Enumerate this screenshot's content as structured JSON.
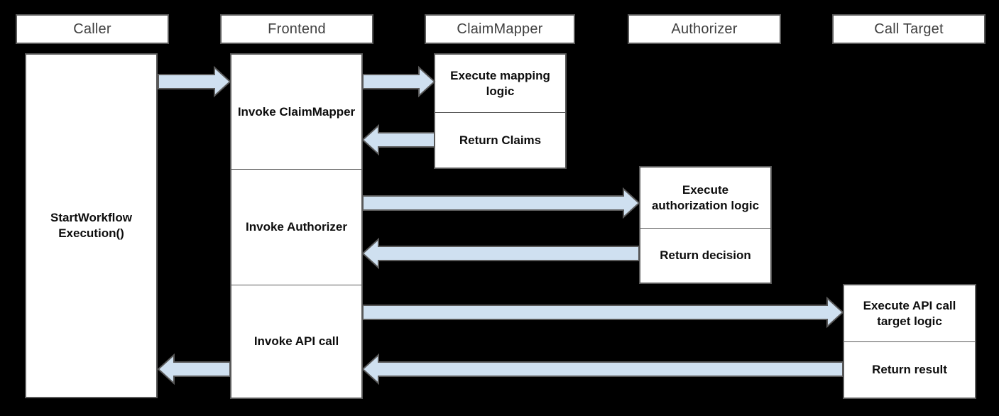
{
  "diagram": {
    "type": "sequence-diagram",
    "background_color": "#000000",
    "arrow_fill_color": "#cfe0f0",
    "arrow_stroke_color": "#595959",
    "box_fill_color": "#ffffff",
    "box_stroke_color": "#595959",
    "lanes": [
      {
        "id": "caller",
        "label": "Caller"
      },
      {
        "id": "frontend",
        "label": "Frontend"
      },
      {
        "id": "claimmapper",
        "label": "ClaimMapper"
      },
      {
        "id": "authorizer",
        "label": "Authorizer"
      },
      {
        "id": "calltarget",
        "label": "Call Target"
      }
    ],
    "activations": {
      "caller": {
        "cells": [
          "StartWorkflow Execution()"
        ]
      },
      "frontend": {
        "cells": [
          "Invoke ClaimMapper",
          "Invoke Authorizer",
          "Invoke API call"
        ]
      },
      "claimmapper": {
        "cells": [
          "Execute mapping logic",
          "Return Claims"
        ]
      },
      "authorizer": {
        "cells": [
          "Execute authorization logic",
          "Return decision"
        ]
      },
      "calltarget": {
        "cells": [
          "Execute API call target logic",
          "Return result"
        ]
      }
    },
    "messages": [
      {
        "id": "msg-1",
        "from": "caller",
        "to": "frontend",
        "direction": "right",
        "order": 1
      },
      {
        "id": "msg-2",
        "from": "frontend",
        "to": "claimmapper",
        "direction": "right",
        "order": 2
      },
      {
        "id": "msg-3",
        "from": "claimmapper",
        "to": "frontend",
        "direction": "left",
        "order": 3
      },
      {
        "id": "msg-4",
        "from": "frontend",
        "to": "authorizer",
        "direction": "right",
        "order": 4
      },
      {
        "id": "msg-5",
        "from": "authorizer",
        "to": "frontend",
        "direction": "left",
        "order": 5
      },
      {
        "id": "msg-6",
        "from": "frontend",
        "to": "calltarget",
        "direction": "right",
        "order": 6
      },
      {
        "id": "msg-7",
        "from": "calltarget",
        "to": "frontend",
        "direction": "left",
        "order": 7
      },
      {
        "id": "msg-8",
        "from": "frontend",
        "to": "caller",
        "direction": "left",
        "order": 8
      }
    ]
  }
}
